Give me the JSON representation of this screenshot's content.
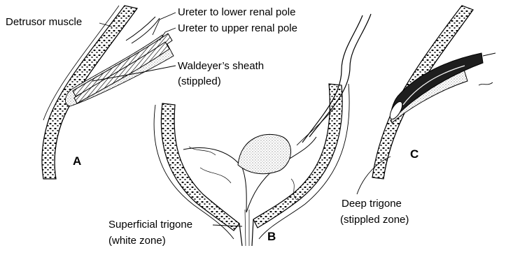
{
  "labels": {
    "detrusor": "Detrusor muscle",
    "ureter_lower": "Ureter to lower renal pole",
    "ureter_upper": "Ureter to upper renal pole",
    "waldeyer_line1": "Waldeyer’s sheath",
    "waldeyer_line2": "(stippled)",
    "superficial_line1": "Superficial trigone",
    "superficial_line2": "(white zone)",
    "deep_line1": "Deep trigone",
    "deep_line2": "(stippled zone)"
  },
  "panels": {
    "a": "A",
    "b": "B",
    "c": "C"
  },
  "colors": {
    "ink": "#000000",
    "paper": "#ffffff",
    "stipple": "#6b6b6b"
  }
}
